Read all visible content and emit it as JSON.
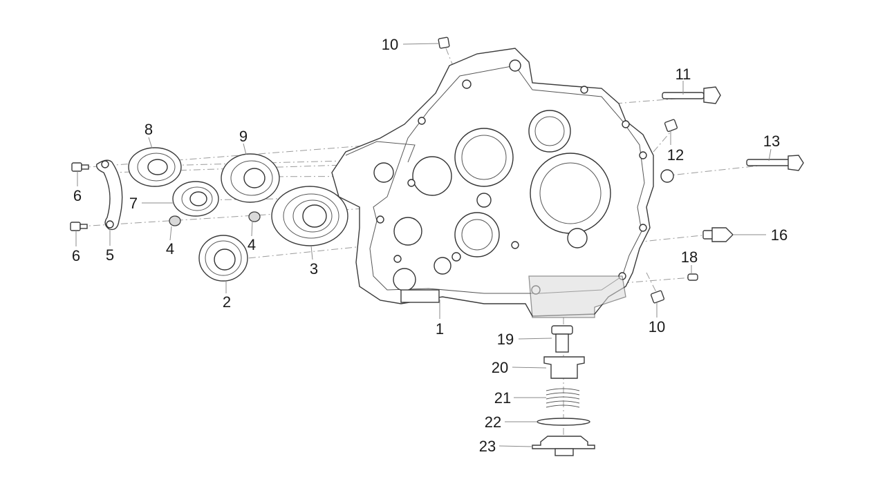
{
  "diagram": {
    "callouts": [
      {
        "id": "1",
        "label": "1"
      },
      {
        "id": "2",
        "label": "2"
      },
      {
        "id": "3",
        "label": "3"
      },
      {
        "id": "4a",
        "label": "4"
      },
      {
        "id": "4b",
        "label": "4"
      },
      {
        "id": "5",
        "label": "5"
      },
      {
        "id": "6a",
        "label": "6"
      },
      {
        "id": "6b",
        "label": "6"
      },
      {
        "id": "7",
        "label": "7"
      },
      {
        "id": "8",
        "label": "8"
      },
      {
        "id": "9",
        "label": "9"
      },
      {
        "id": "10a",
        "label": "10"
      },
      {
        "id": "10b",
        "label": "10"
      },
      {
        "id": "11",
        "label": "11"
      },
      {
        "id": "12",
        "label": "12"
      },
      {
        "id": "13",
        "label": "13"
      },
      {
        "id": "16",
        "label": "16"
      },
      {
        "id": "18",
        "label": "18"
      },
      {
        "id": "19",
        "label": "19"
      },
      {
        "id": "20",
        "label": "20"
      },
      {
        "id": "21",
        "label": "21"
      },
      {
        "id": "22",
        "label": "22"
      },
      {
        "id": "23",
        "label": "23"
      }
    ]
  }
}
